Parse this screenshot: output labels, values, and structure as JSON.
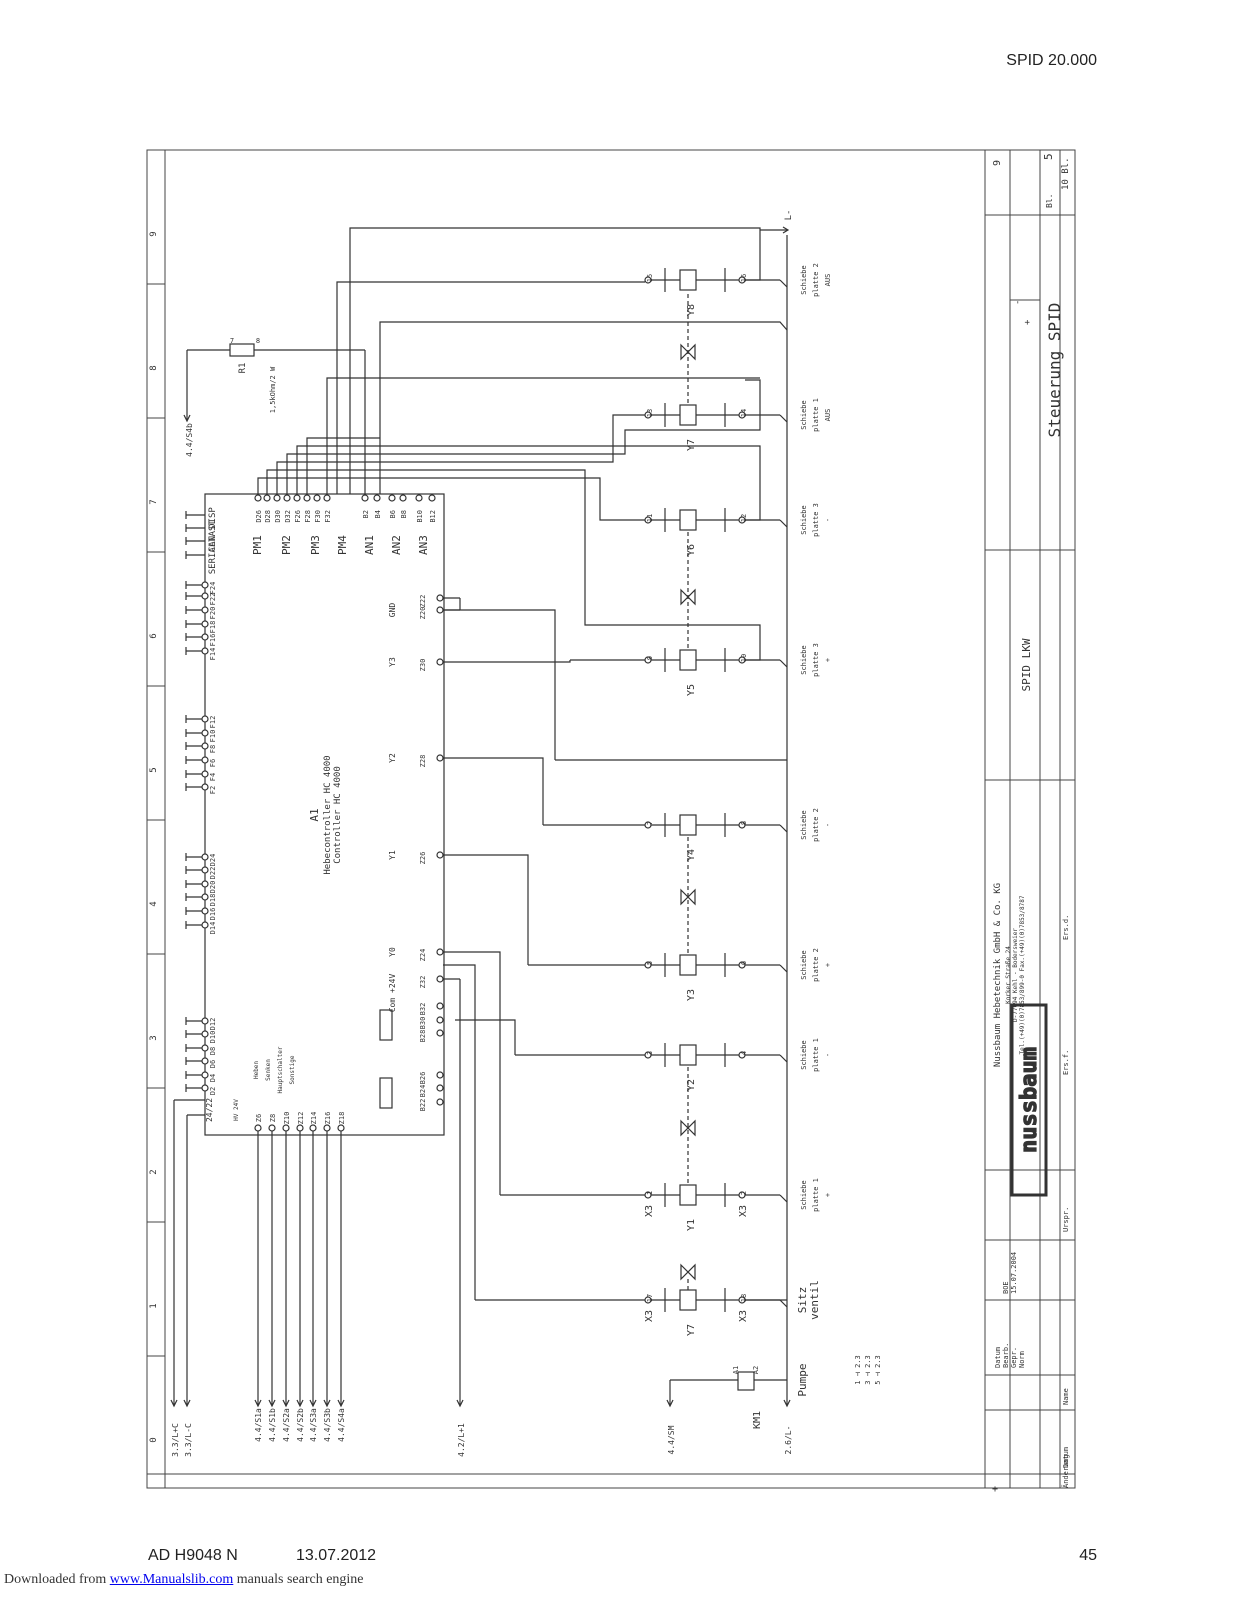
{
  "header": {
    "doc_code": "SPID 20.000"
  },
  "footer": {
    "doc_number": "AD H9048 N",
    "date": "13.07.2012",
    "page": "45"
  },
  "credit": {
    "prefix": "Downloaded from",
    "link": "www.Manualslib.com",
    "suffix": " manuals search engine"
  },
  "title_block": {
    "title": "Steuerung SPID",
    "subtitle": "SPID LKW",
    "sheet": "5",
    "sheets_total": "10 Bl.",
    "bl_label": "Bl.",
    "company": "Nussbaum Hebetechnik GmbH & Co. KG",
    "address1": "Korker Straße 24",
    "address2": "D-77694 Kehl - Bodersweier",
    "phone": "Tel.(+49)(0)7853/899-0  Fax.(+49)(0)7853/8787",
    "logo": "nussbaum",
    "labels": {
      "datum": "Datum",
      "bearb": "Bearb.",
      "gepr": "Gepr.",
      "norm": "Norm",
      "name": "Name",
      "aenderung": "Änderung",
      "urspr": "Urspr.",
      "ers_f": "Ers.f.",
      "ers_d": "Ers.d."
    },
    "bearb_value": "BOE",
    "gepr_date": "15.07.2004"
  },
  "zones": [
    "0",
    "1",
    "2",
    "3",
    "4",
    "5",
    "6",
    "7",
    "8",
    "9"
  ],
  "controller": {
    "id": "A1",
    "name1": "Hebecontroller HC 4000",
    "name2": "Controller HC 4000",
    "groups": [
      "PM1",
      "PM2",
      "PM3",
      "PM4",
      "AN1",
      "AN2",
      "AN3"
    ],
    "right_labels": [
      "GND",
      "Y3",
      "Y2",
      "Y1",
      "Y0",
      "Com +24V"
    ],
    "left_labels": [
      "DISP",
      "TAST",
      "CAN",
      "SERIAL"
    ],
    "top_pins": [
      "D26",
      "D28",
      "D30",
      "D32",
      "F26",
      "F28",
      "F30",
      "F32",
      "B2",
      "B4",
      "B6",
      "B8",
      "B10",
      "B12"
    ],
    "right_pins": [
      "Z22",
      "Z20",
      "Z30",
      "Z28",
      "Z26",
      "Z24",
      "Z32",
      "B32",
      "B30",
      "B28",
      "B26",
      "B24",
      "B22"
    ],
    "bottom_pins": [
      "Z6",
      "Z8",
      "Z10",
      "Z12",
      "Z14",
      "Z16",
      "Z18"
    ],
    "left_pins": [
      "F24",
      "F22",
      "F20",
      "F18",
      "F16",
      "F14",
      "F12",
      "F10",
      "F8",
      "F6",
      "F4",
      "F2",
      "D24",
      "D22",
      "D20",
      "D18",
      "D16",
      "D14",
      "D12",
      "D10",
      "D8",
      "D6",
      "D4",
      "D2"
    ],
    "supply_pins": "24/22",
    "supply_mark": "HV 24V",
    "inputs": [
      "Heben",
      "Senken",
      "Hauptschalter",
      "Sonstige"
    ]
  },
  "references": {
    "supply": [
      "3.3/L+C",
      "3.3/L-C"
    ],
    "sensors": [
      "4.4/S1a",
      "4.4/S1b",
      "4.4/S2a",
      "4.4/S2b",
      "4.4/S3a",
      "4.4/S3b",
      "4.4/S4a"
    ],
    "plus": "4.2/L+1",
    "sm": "4.4/SM",
    "lminus_bottom": "2.6/L-",
    "lminus_top": "L-",
    "s4b": "4.4/S4b"
  },
  "resistor": {
    "id": "R1",
    "value": "1,5kOhm/2 W",
    "pins": [
      "7",
      "8"
    ]
  },
  "pump": {
    "id": "KM1",
    "label": "Pumpe",
    "pins": [
      "A1",
      "A2"
    ]
  },
  "contactor_list": [
    "1 ⊣ 2.3",
    "3 ⊣ 2.3",
    "5 ⊣ 2.3"
  ],
  "valves": [
    {
      "id": "Y7",
      "desc": [
        "Sitz",
        "ventil"
      ],
      "term": "X3",
      "pins": [
        "17",
        "18"
      ]
    },
    {
      "id": "Y1",
      "desc": [
        "Schiebe",
        "platte 1",
        "+"
      ],
      "term": "X3",
      "pins": [
        "1",
        "2"
      ]
    },
    {
      "id": "Y2",
      "desc": [
        "Schiebe",
        "platte 1",
        "-"
      ],
      "term": "",
      "pins": [
        "3",
        "4"
      ]
    },
    {
      "id": "Y3",
      "desc": [
        "Schiebe",
        "platte 2",
        "+"
      ],
      "term": "",
      "pins": [
        "5",
        "6"
      ]
    },
    {
      "id": "Y4",
      "desc": [
        "Schiebe",
        "platte 2",
        "-"
      ],
      "term": "",
      "pins": [
        "7",
        "8"
      ]
    },
    {
      "id": "Y5",
      "desc": [
        "Schiebe",
        "platte 3",
        "+"
      ],
      "term": "",
      "pins": [
        "9",
        "10"
      ]
    },
    {
      "id": "Y6",
      "desc": [
        "Schiebe",
        "platte 3",
        "-"
      ],
      "term": "",
      "pins": [
        "11",
        "12"
      ]
    },
    {
      "id": "Y7",
      "desc": [
        "Schiebe",
        "platte 1",
        "AUS"
      ],
      "term": "",
      "pins": [
        "13",
        "14"
      ]
    },
    {
      "id": "Y8",
      "desc": [
        "Schiebe",
        "platte 2",
        "AUS"
      ],
      "term": "",
      "pins": [
        "15",
        "16"
      ]
    }
  ],
  "misc": {
    "plus": "+",
    "minus": "-",
    "nine": "9"
  }
}
